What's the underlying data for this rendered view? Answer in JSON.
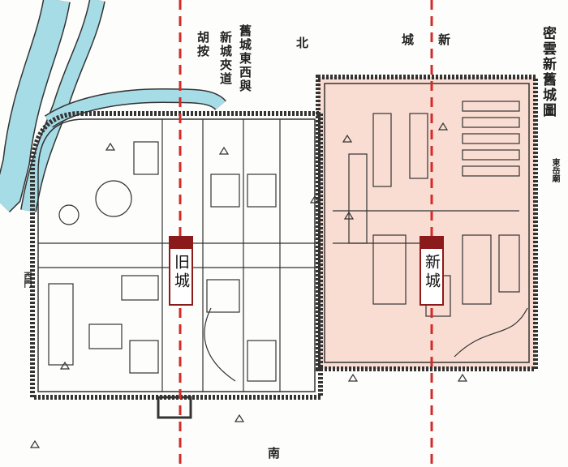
{
  "map": {
    "title": "密雲新舊城圖",
    "annotation_columns": [
      "舊城東西與",
      "新城夾道",
      "胡按"
    ],
    "compass": {
      "north": "北",
      "south": "南"
    },
    "top_labels": [
      "城",
      "新"
    ],
    "old_city_label": "旧城",
    "new_city_label": "新城",
    "side_labels": {
      "east_temple": "東岳廟",
      "west_gate": "西門"
    },
    "colors": {
      "river": "#a6dce6",
      "new_city_fill": "#f9ddd3",
      "marker_line": "#d42a2a",
      "label_cap": "#8b1a1a"
    }
  }
}
